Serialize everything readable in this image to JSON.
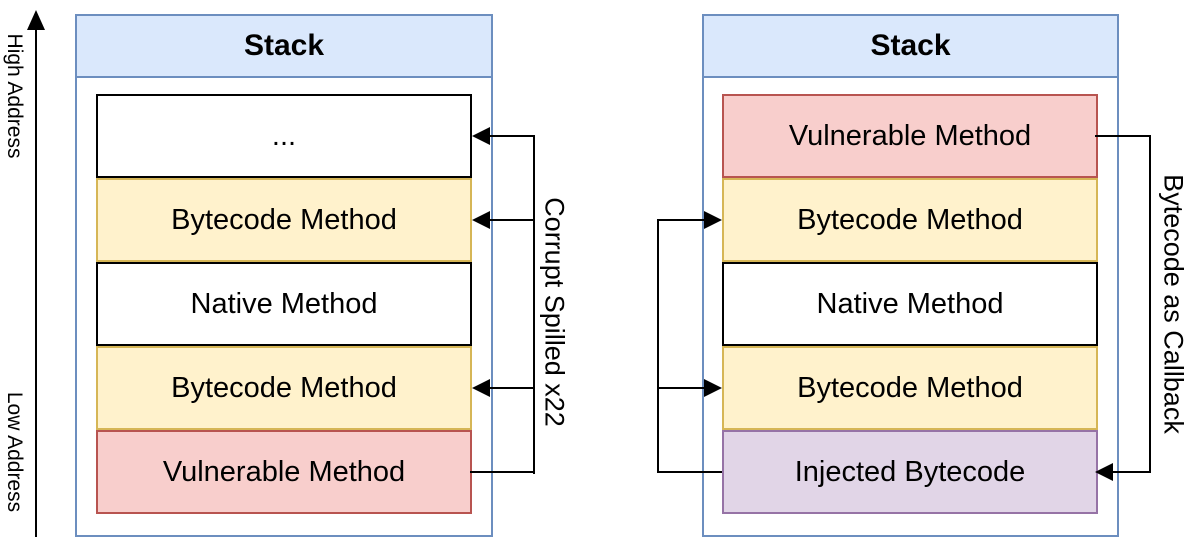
{
  "axis": {
    "high_label": "High Address",
    "low_label": "Low Address"
  },
  "left_stack": {
    "title": "Stack",
    "rows": [
      {
        "label": "...",
        "color": "white"
      },
      {
        "label": "Bytecode Method",
        "color": "yellow"
      },
      {
        "label": "Native Method",
        "color": "white"
      },
      {
        "label": "Bytecode Method",
        "color": "yellow"
      },
      {
        "label": "Vulnerable Method",
        "color": "red"
      }
    ],
    "arrow_label": "Corrupt Spilled x22",
    "arrow_targets": [
      "...",
      "Bytecode Method",
      "Bytecode Method"
    ],
    "arrow_source": "Vulnerable Method"
  },
  "right_stack": {
    "title": "Stack",
    "rows": [
      {
        "label": "Vulnerable Method",
        "color": "red"
      },
      {
        "label": "Bytecode Method",
        "color": "yellow"
      },
      {
        "label": "Native Method",
        "color": "white"
      },
      {
        "label": "Bytecode Method",
        "color": "yellow"
      },
      {
        "label": "Injected Bytecode",
        "color": "purple"
      }
    ],
    "arrow_label": "Bytecode as Callback",
    "left_arrow_targets": [
      "Bytecode Method",
      "Bytecode Method"
    ],
    "left_arrow_source": "Injected Bytecode",
    "right_arrow_source": "Vulnerable Method",
    "right_arrow_target": "Injected Bytecode"
  },
  "palette": {
    "container_border": "#6c8ebf",
    "header_fill": "#dae8fc",
    "yellow_fill": "#fff2cc",
    "yellow_border": "#d6b656",
    "red_fill": "#f8cecc",
    "red_border": "#b85450",
    "purple_fill": "#e1d5e7",
    "purple_border": "#9673a6",
    "white_fill": "#ffffff",
    "line_color": "#000000"
  }
}
